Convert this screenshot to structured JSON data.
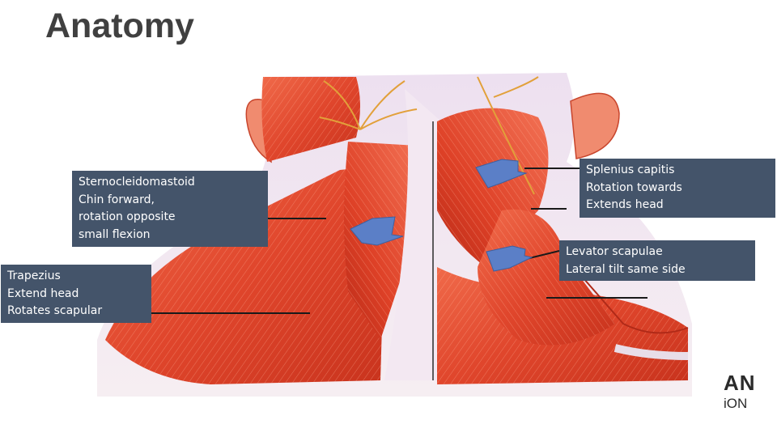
{
  "slide": {
    "title": "Anatomy"
  },
  "labels": {
    "sternocleidomastoid": [
      "Sternocleidomastoid",
      "Chin forward,",
      "rotation opposite",
      "small flexion"
    ],
    "trapezius": [
      "Trapezius",
      "Extend head",
      "Rotates scapular"
    ],
    "splenius": [
      "Splenius capitis",
      "Rotation towards",
      "Extends head"
    ],
    "levator": [
      "Levator scapulae",
      "Lateral tilt same side"
    ]
  },
  "logo": {
    "line1": "AN",
    "line2": "iON"
  },
  "colors": {
    "label_bg": "#44546a",
    "label_text": "#ffffff",
    "title": "#404040",
    "muscle": "#e0462c",
    "arrow": "#5b7fc7"
  },
  "icons": {
    "arrows": "block-arrow-icon"
  }
}
